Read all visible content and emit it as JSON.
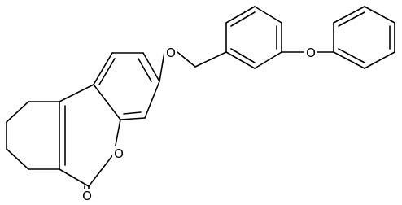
{
  "structure": {
    "atom_labels": {
      "carbonyl_oxygen": "O",
      "ring_oxygen": "O",
      "ether_oxygen_benzyl": "O",
      "ether_oxygen_phenoxy": "O"
    },
    "colors": {
      "bond": "#000000",
      "text": "#000000",
      "background": "#ffffff"
    }
  }
}
